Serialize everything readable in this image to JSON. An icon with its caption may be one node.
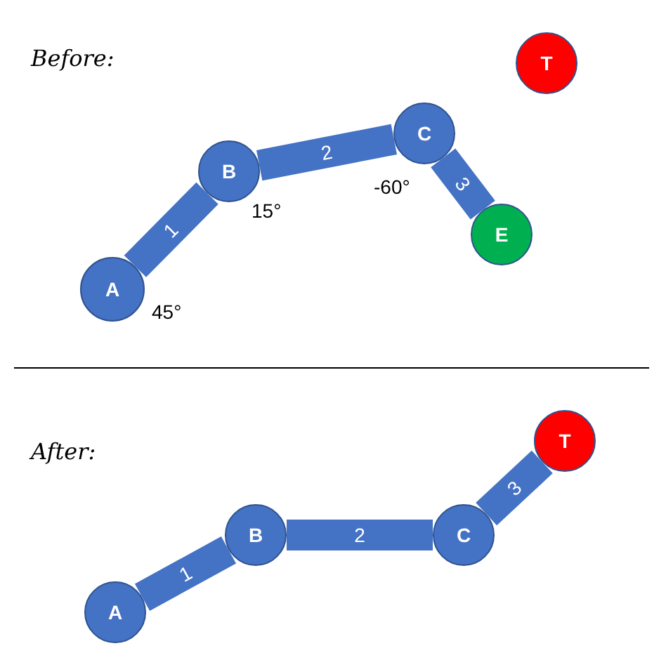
{
  "diagram": {
    "nodes": [
      {
        "text": [
          "A"
        ],
        "beside": [
          "45°"
        ]
      },
      {
        "text": [
          "B"
        ],
        "beside": [
          "15°"
        ]
      },
      {
        "text": [
          "C"
        ],
        "beside": [
          "-60°"
        ]
      },
      {
        "text": [
          "E"
        ]
      },
      {
        "text": [
          "T"
        ]
      },
      {
        "text": [
          "A"
        ]
      },
      {
        "text": [
          "B"
        ]
      },
      {
        "text": [
          "C"
        ]
      },
      {
        "text": [
          "T"
        ]
      }
    ],
    "edges": [
      {
        "from": 0,
        "to": 1,
        "label": "1",
        "arrow": "none"
      },
      {
        "from": 1,
        "to": 2,
        "label": "2",
        "arrow": "none"
      },
      {
        "from": 2,
        "to": 3,
        "label": "3",
        "arrow": "none"
      },
      {
        "from": 5,
        "to": 6,
        "label": "1",
        "arrow": "none"
      },
      {
        "from": 6,
        "to": 7,
        "label": "2",
        "arrow": "none"
      },
      {
        "from": 7,
        "to": 8,
        "label": "3",
        "arrow": "none"
      }
    ],
    "labels": [
      "Before:",
      "After:"
    ]
  }
}
